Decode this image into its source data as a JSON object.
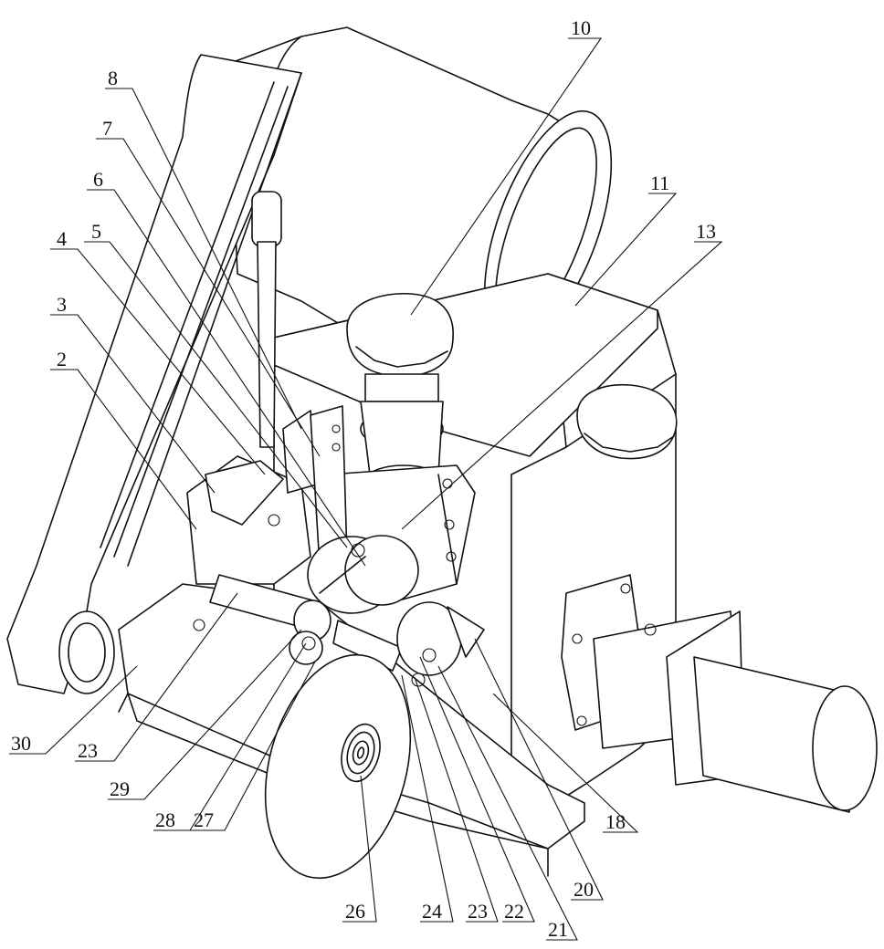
{
  "labels": {
    "l2": "2",
    "l3": "3",
    "l4": "4",
    "l5": "5",
    "l6": "6",
    "l7": "7",
    "l8": "8",
    "l10": "10",
    "l11": "11",
    "l13": "13",
    "l18": "18",
    "l20": "20",
    "l21": "21",
    "l22": "22",
    "l23a": "23",
    "l23b": "23",
    "l24": "24",
    "l26": "26",
    "l27": "27",
    "l28": "28",
    "l29": "29",
    "l30": "30"
  }
}
